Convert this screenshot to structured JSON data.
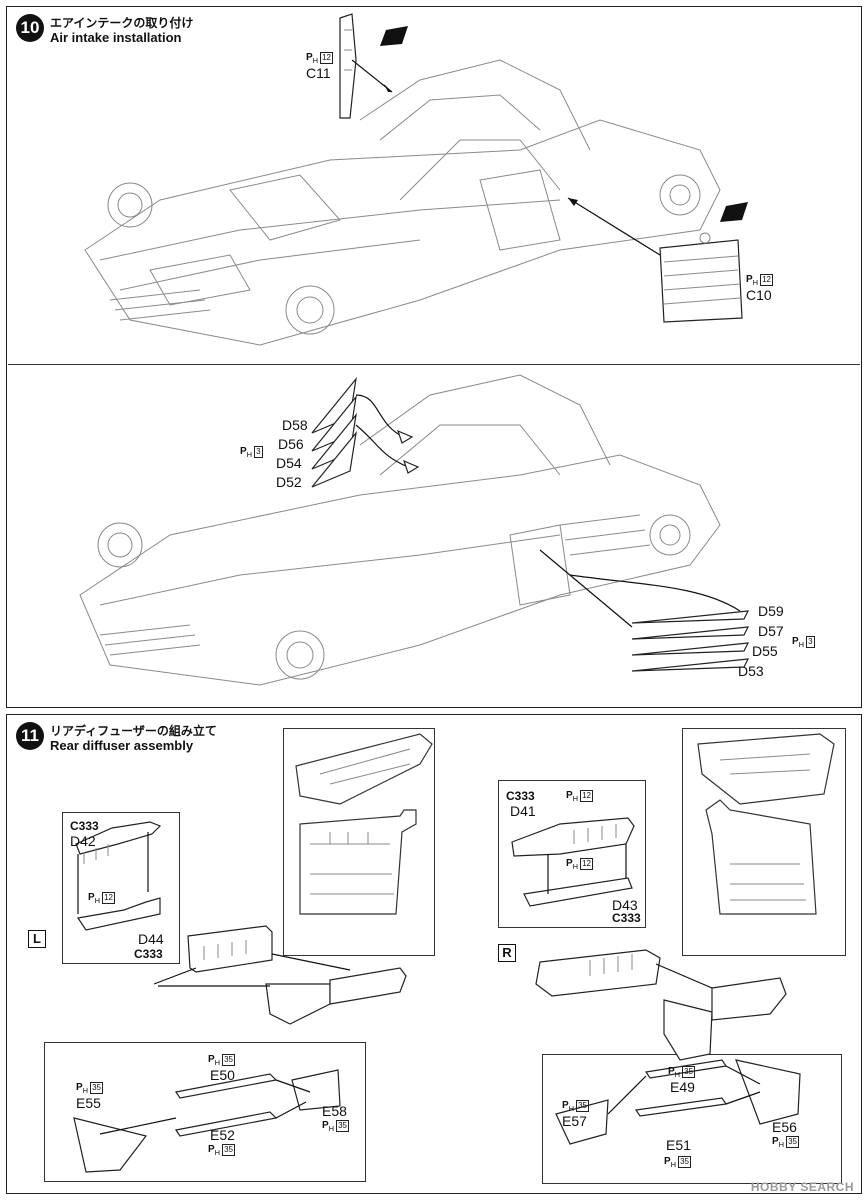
{
  "step10": {
    "number": "10",
    "title_jp": "エアインテークの取り付け",
    "title_en": "Air intake installation",
    "top_parts": [
      {
        "ph_prefix": "P",
        "ph_sub": "H",
        "ph_code": "12",
        "label": "C11"
      },
      {
        "ph_prefix": "P",
        "ph_sub": "H",
        "ph_code": "12",
        "label": "C10"
      }
    ],
    "bottom_left_parts": [
      "D58",
      "D56",
      "D54",
      "D52"
    ],
    "bottom_left_ph": {
      "ph_prefix": "P",
      "ph_sub": "H",
      "ph_code": "3"
    },
    "bottom_right_parts": [
      "D59",
      "D57",
      "D55",
      "D53"
    ],
    "bottom_right_ph": {
      "ph_prefix": "P",
      "ph_sub": "H",
      "ph_code": "3"
    }
  },
  "step11": {
    "number": "11",
    "title_jp": "リアディフューザーの組み立て",
    "title_en": "Rear diffuser assembly",
    "left": {
      "tag": "L",
      "upper_part": {
        "material": "C333",
        "label": "D42"
      },
      "mid_ph": {
        "ph_prefix": "P",
        "ph_sub": "H",
        "ph_code": "12"
      },
      "lower_part": {
        "label": "D44",
        "material": "C333"
      },
      "bottom": [
        {
          "ph_prefix": "P",
          "ph_sub": "H",
          "ph_code": "35",
          "label": "E55"
        },
        {
          "ph_prefix": "P",
          "ph_sub": "H",
          "ph_code": "35",
          "label": "E50"
        },
        {
          "label": "E52",
          "ph_prefix": "P",
          "ph_sub": "H",
          "ph_code": "35"
        },
        {
          "label": "E58",
          "ph_prefix": "P",
          "ph_sub": "H",
          "ph_code": "35"
        }
      ]
    },
    "right": {
      "tag": "R",
      "upper_part": {
        "material": "C333",
        "label": "D41"
      },
      "upper_ph": {
        "ph_prefix": "P",
        "ph_sub": "H",
        "ph_code": "12"
      },
      "mid_ph": {
        "ph_prefix": "P",
        "ph_sub": "H",
        "ph_code": "12"
      },
      "lower_part": {
        "label": "D43",
        "material": "C333"
      },
      "bottom": [
        {
          "ph_prefix": "P",
          "ph_sub": "H",
          "ph_code": "35",
          "label": "E57"
        },
        {
          "ph_prefix": "P",
          "ph_sub": "H",
          "ph_code": "35",
          "label": "E49"
        },
        {
          "label": "E51",
          "ph_prefix": "P",
          "ph_sub": "H",
          "ph_code": "35"
        },
        {
          "label": "E56",
          "ph_prefix": "P",
          "ph_sub": "H",
          "ph_code": "35"
        }
      ]
    }
  },
  "watermark": "HOBBY SEARCH"
}
